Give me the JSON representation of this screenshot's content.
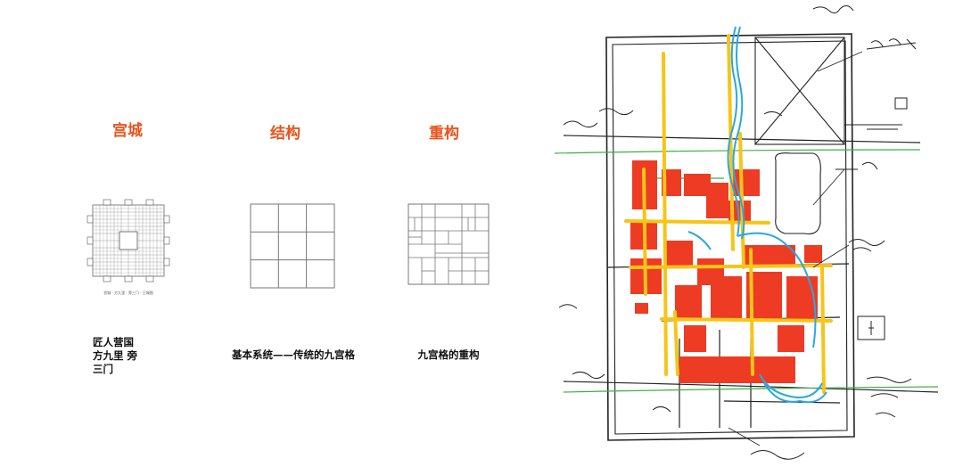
{
  "columns": {
    "palace": {
      "title": "宫城",
      "caption_lines": [
        "匠人营国",
        "方九里 旁",
        "三门"
      ],
      "diagram_caption": "宫城 · 方九里 · 旁三门 · 王城图"
    },
    "structure": {
      "title": "结构",
      "caption": "基本系统——传统的九宫格"
    },
    "reconstruction": {
      "title": "重构",
      "caption": "九宫格的重构"
    }
  },
  "colors": {
    "accent": "#e8541c",
    "sketch_red": "#ee3b23",
    "sketch_yellow": "#f5c518",
    "sketch_blue": "#2aa7e0",
    "sketch_green": "#3cb043"
  }
}
